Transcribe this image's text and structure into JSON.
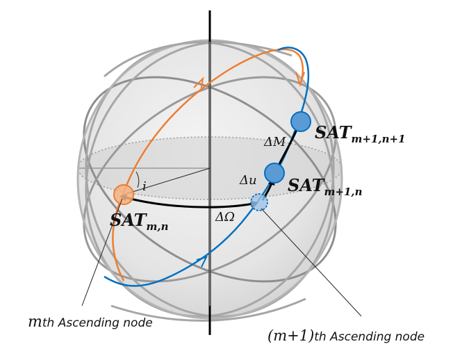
{
  "labels": {
    "inclination": "i",
    "delta_raan": "ΔΩ",
    "delta_u": "Δu",
    "delta_m": "ΔM",
    "sat_mn_main": "SAT",
    "sat_mn_sub": "m,n",
    "sat_m1n_main": "SAT",
    "sat_m1n_sub": "m+1,n",
    "sat_m1n1_main": "SAT",
    "sat_m1n1_sub": "m+1,n+1",
    "node_m": "m",
    "node_m_suffix": "th Ascending node",
    "node_m1": "(m+1)",
    "node_m1_suffix": "th Ascending node"
  },
  "colors": {
    "orange_orbit": "#ed7d31",
    "blue_orbit": "#0070c0",
    "gray_orbit": "#7f7f7f",
    "light_orbit": "#bfbfbf",
    "sphere_fill": "#e8e8e8",
    "orange_sat": "#f4b183",
    "blue_sat": "#5b9bd5"
  }
}
